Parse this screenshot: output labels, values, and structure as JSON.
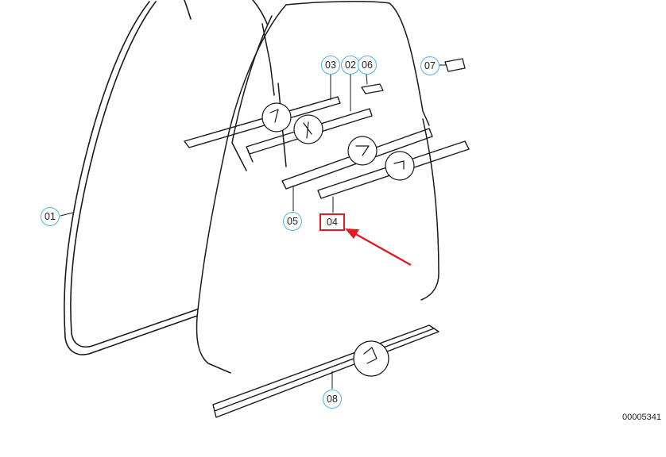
{
  "callouts": [
    {
      "label": "01",
      "highlighted": false
    },
    {
      "label": "02",
      "highlighted": false
    },
    {
      "label": "03",
      "highlighted": false
    },
    {
      "label": "04",
      "highlighted": true
    },
    {
      "label": "05",
      "highlighted": false
    },
    {
      "label": "06",
      "highlighted": false
    },
    {
      "label": "07",
      "highlighted": false
    },
    {
      "label": "08",
      "highlighted": false
    }
  ],
  "catalog_number": "00005341",
  "colors": {
    "callout_ring": "#4fb3e8",
    "highlight": "#e01b24",
    "line": "#1a1a1a"
  }
}
